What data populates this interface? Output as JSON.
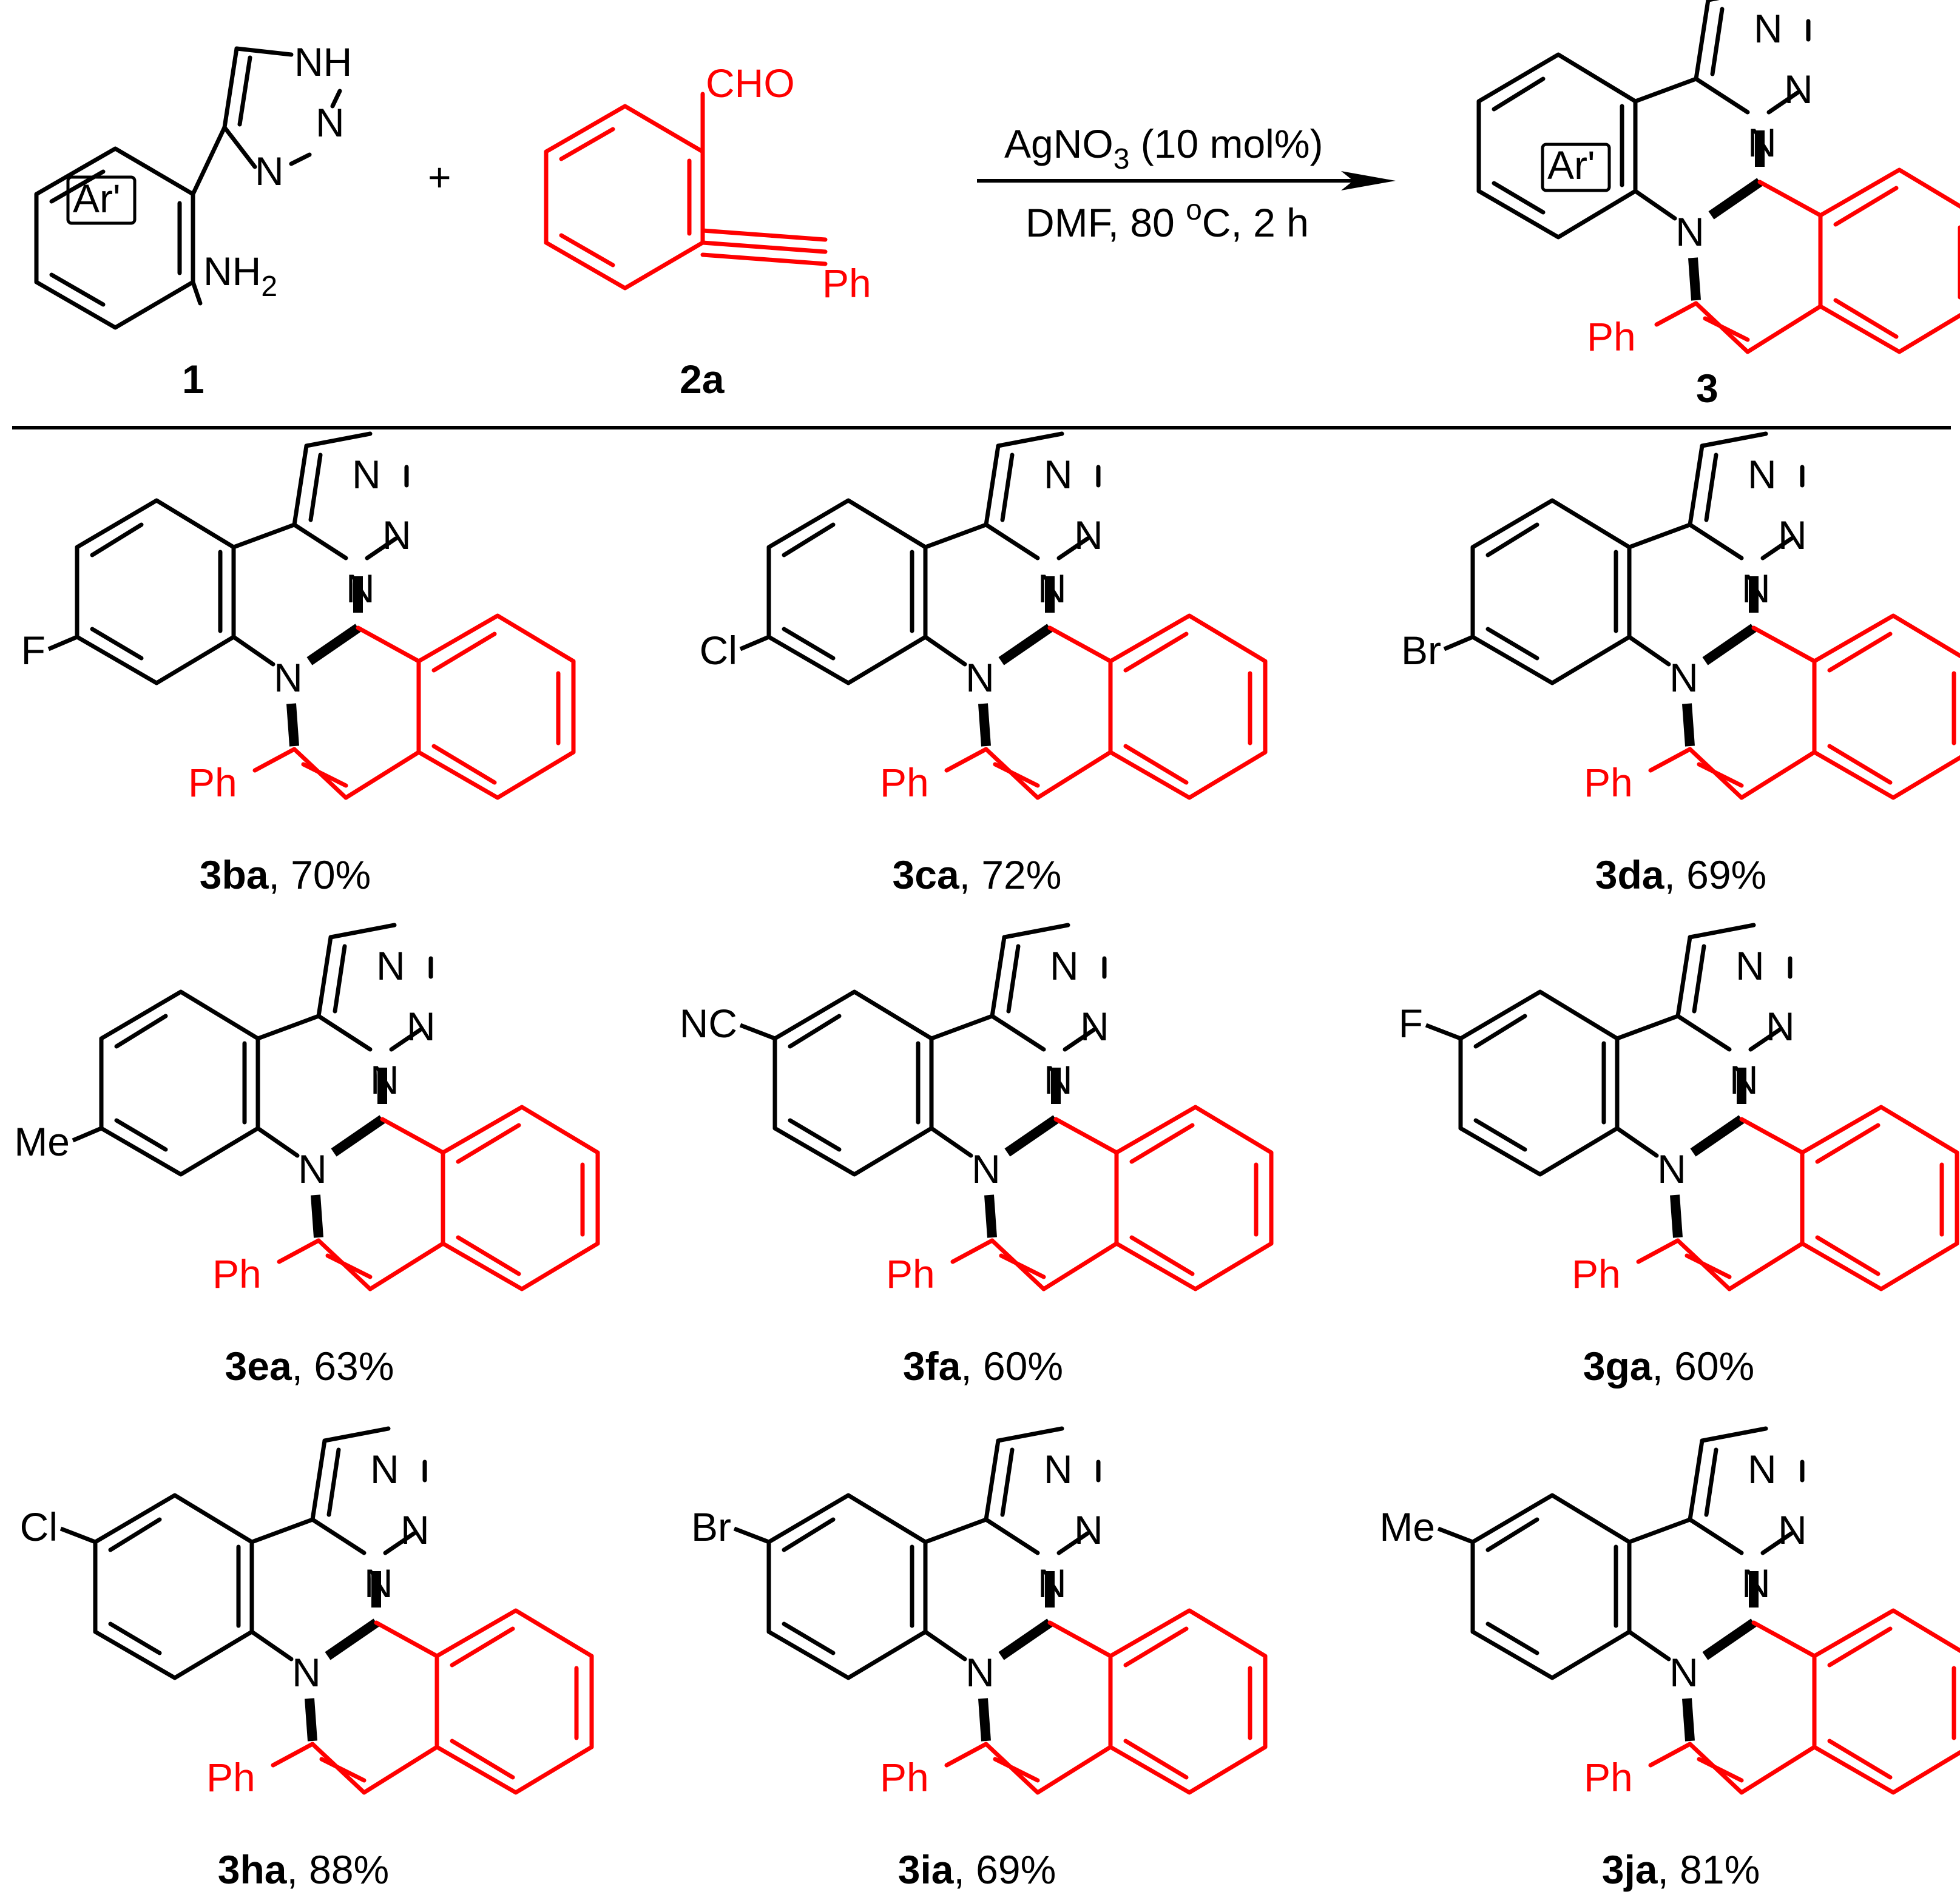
{
  "colors": {
    "black": "#000000",
    "red": "#ff0000",
    "background": "#ffffff"
  },
  "reaction": {
    "reactant1": {
      "id": "1",
      "ring_label": "Ar'",
      "triazole_nh": "NH",
      "n_labels": [
        "N",
        "N"
      ],
      "amine_n": "NH",
      "amine_sub": "2"
    },
    "plus": "+",
    "reactant2": {
      "id": "2a",
      "aldehyde": "CHO",
      "alkyne_sub": "Ph"
    },
    "conditions": {
      "catalyst_prefix": "AgNO",
      "catalyst_sub": "3",
      "catalyst_suffix": " (10 mol%)",
      "solvent_prefix": "DMF,  80 ",
      "temp_sup": "o",
      "solvent_suffix": "C, 2 h"
    },
    "product": {
      "id": "3",
      "ring_label": "Ar'",
      "n_labels": [
        "N",
        "N",
        "N"
      ],
      "ring_n": "N",
      "sub": "Ph"
    }
  },
  "scope": [
    {
      "id": "3ba",
      "yield": ", 70%",
      "substituent": "F"
    },
    {
      "id": "3ca",
      "yield": ", 72%",
      "substituent": "Cl"
    },
    {
      "id": "3da",
      "yield": ", 69%",
      "substituent": "Br"
    },
    {
      "id": "3ea",
      "yield": ", 63%",
      "substituent": "Me"
    },
    {
      "id": "3fa",
      "yield": ", 60%",
      "substituent": "NC"
    },
    {
      "id": "3ga",
      "yield": ", 60%",
      "substituent": "F"
    },
    {
      "id": "3ha",
      "yield": ", 88%",
      "substituent": "Cl"
    },
    {
      "id": "3ia",
      "yield": ", 69%",
      "substituent": "Br"
    },
    {
      "id": "3ja",
      "yield": ", 81%",
      "substituent": "Me"
    }
  ],
  "atom_labels": {
    "n": "N",
    "ph": "Ph"
  }
}
